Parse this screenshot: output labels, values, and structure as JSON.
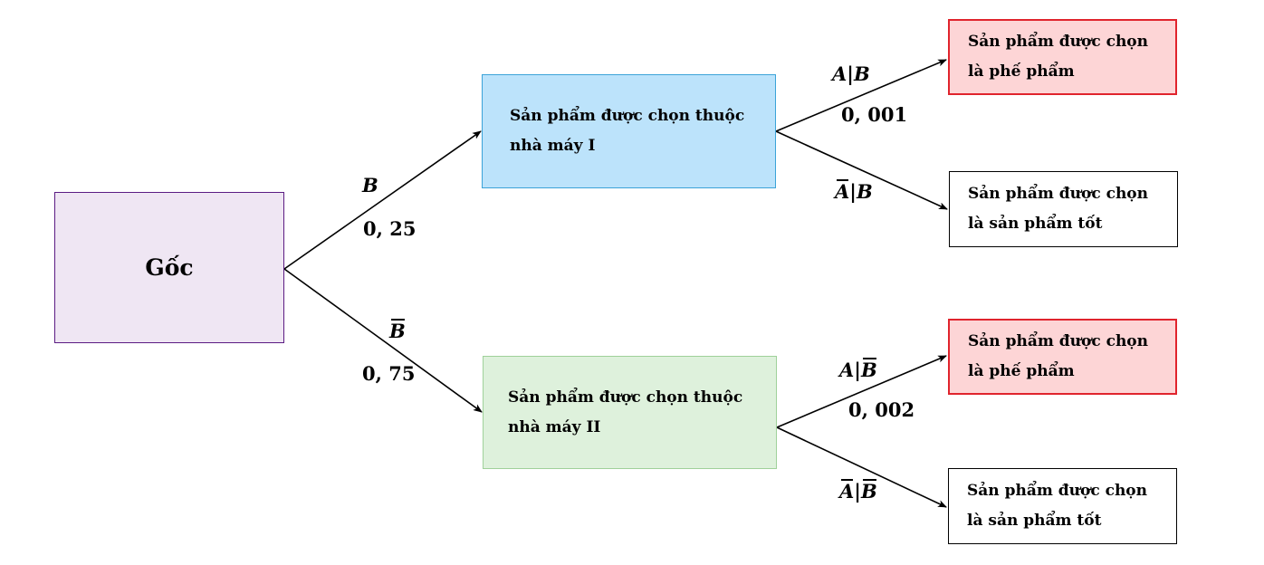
{
  "colors": {
    "root_fill": "#efe6f3",
    "root_border": "#5b1c83",
    "factory1_fill": "#bce3fb",
    "factory1_border": "#3ba3d8",
    "factory2_fill": "#def1dc",
    "factory2_border": "#9fd19a",
    "defect_fill": "#fdd5d6",
    "defect_border": "#e0242d",
    "good_fill": "#ffffff",
    "good_border": "#000000",
    "edge": "#000000"
  },
  "root": {
    "label": "Gốc"
  },
  "nodes": [
    {
      "id": "factory-1",
      "line1": "Sản phẩm được chọn thuộc",
      "line2": "nhà máy I"
    },
    {
      "id": "factory-2",
      "line1": "Sản phẩm được chọn thuộc",
      "line2": "nhà máy II"
    }
  ],
  "leaves": [
    {
      "id": "leaf-1",
      "kind": "defect",
      "line1": "Sản phẩm được chọn",
      "line2": "là phế phẩm"
    },
    {
      "id": "leaf-2",
      "kind": "good",
      "line1": "Sản phẩm được chọn",
      "line2": "là sản phẩm tốt"
    },
    {
      "id": "leaf-3",
      "kind": "defect",
      "line1": "Sản phẩm được chọn",
      "line2": "là phế phẩm"
    },
    {
      "id": "leaf-4",
      "kind": "good",
      "line1": "Sản phẩm được chọn",
      "line2": "là sản phẩm tốt"
    }
  ],
  "edges": {
    "root_to_factory1": {
      "event": "B",
      "prob": "0, 25"
    },
    "root_to_factory2": {
      "event": "B",
      "prob": "0, 75"
    },
    "factory1_to_defect": {
      "event_a": "A",
      "sep": "|",
      "event_b": "B",
      "prob": "0, 001"
    },
    "factory1_to_good": {
      "event_a": "A",
      "sep": "|",
      "event_b": "B"
    },
    "factory2_to_defect": {
      "event_a": "A",
      "sep": "|",
      "event_b": "B",
      "prob": "0, 002"
    },
    "factory2_to_good": {
      "event_a": "A",
      "sep": "|",
      "event_b": "B"
    }
  }
}
